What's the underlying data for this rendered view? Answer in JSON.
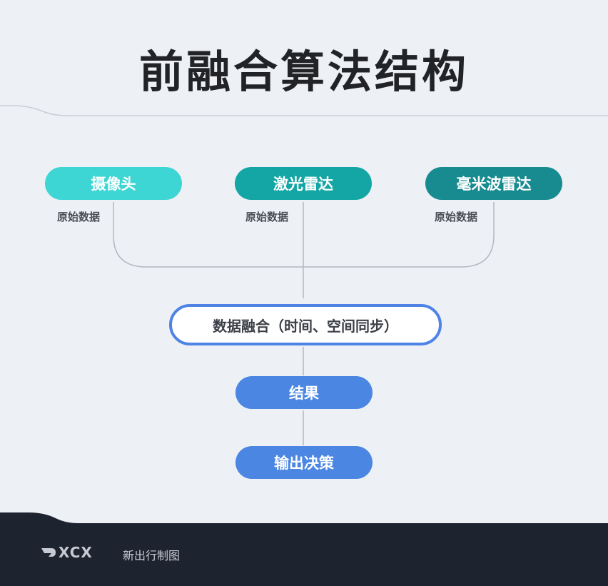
{
  "title": "前融合算法结构",
  "colors": {
    "background": "#edf0f4",
    "camera": "#3dd6d4",
    "lidar": "#13a6a4",
    "radar": "#178b8f",
    "fusion_border": "#4f84e6",
    "result": "#4a86e2",
    "footer": "#1e2330"
  },
  "sources": [
    {
      "label": "摄像头",
      "data_label": "原始数据"
    },
    {
      "label": "激光雷达",
      "data_label": "原始数据"
    },
    {
      "label": "毫米波雷达",
      "data_label": "原始数据"
    }
  ],
  "fusion": {
    "label": "数据融合（时间、空间同步）"
  },
  "result": {
    "label": "结果"
  },
  "output": {
    "label": "输出决策"
  },
  "footer": {
    "logo": "XCX",
    "caption": "新出行制图"
  }
}
